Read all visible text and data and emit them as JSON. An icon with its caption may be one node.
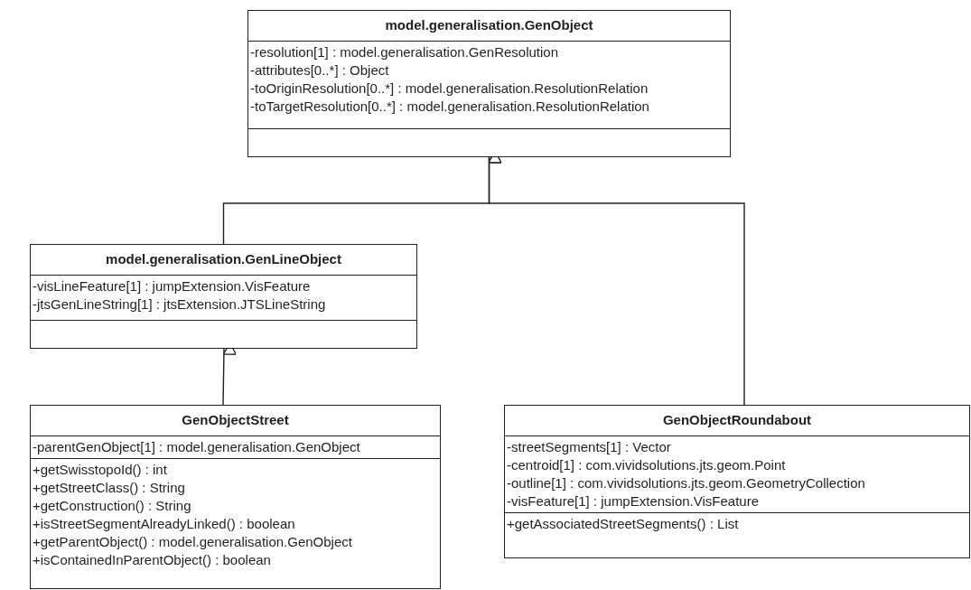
{
  "diagram": {
    "nodes": [
      {
        "text": [
          "model.generalisation.GenObject",
          "-resolution[1] : model.generalisation.GenResolution",
          "-attributes[0..*] : Object",
          "-toOriginResolution[0..*] : model.generalisation.ResolutionRelation",
          "-toTargetResolution[0..*] : model.generalisation.ResolutionRelation"
        ]
      },
      {
        "text": [
          "model.generalisation.GenLineObject",
          "-visLineFeature[1] : jumpExtension.VisFeature",
          "-jtsGenLineString[1] : jtsExtension.JTSLineString"
        ]
      },
      {
        "text": [
          "GenObjectStreet",
          "-parentGenObject[1] : model.generalisation.GenObject",
          "+getSwisstopoId() : int",
          "+getStreetClass() : String",
          "+getConstruction() : String",
          "+isStreetSegmentAlreadyLinked() : boolean",
          "+getParentObject() : model.generalisation.GenObject",
          "+isContainedInParentObject() : boolean"
        ]
      },
      {
        "text": [
          "GenObjectRoundabout",
          "-streetSegments[1] : Vector",
          "-centroid[1] : com.vividsolutions.jts.geom.Point",
          "-outline[1] : com.vividsolutions.jts.geom.GeometryCollection",
          "-visFeature[1] : jumpExtension.VisFeature",
          "+getAssociatedStreetSegments() : List"
        ]
      }
    ],
    "edges": [
      {
        "from": 1,
        "to": 0,
        "arrow": "to"
      },
      {
        "from": 3,
        "to": 0,
        "arrow": "to"
      },
      {
        "from": 2,
        "to": 1,
        "arrow": "to"
      }
    ]
  }
}
